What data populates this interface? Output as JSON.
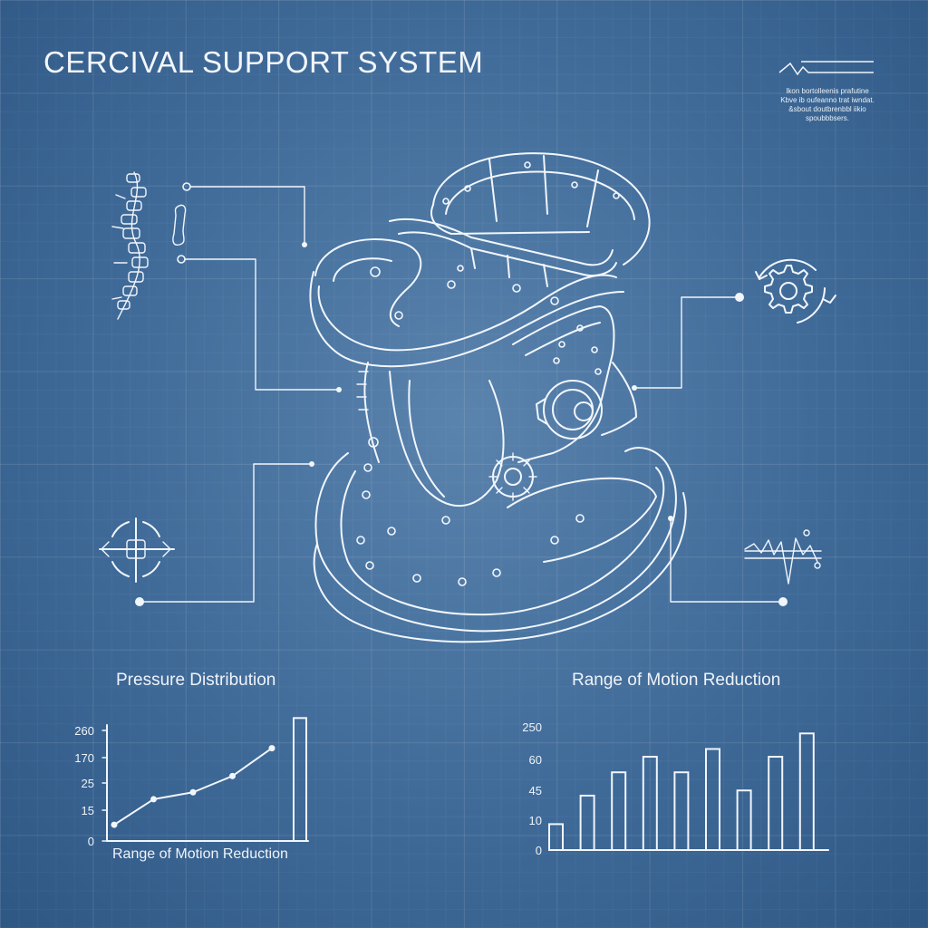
{
  "title": "CERCIVAL SUPPORT SYSTEM",
  "note": {
    "lines": [
      "Ikon bortolleenis prafutine",
      "Kbve ib oufeanno trat iwndat.",
      "&sbout doutbrenbbl iikio",
      "spoubbbsers."
    ]
  },
  "icons": [
    "spine-icon",
    "vertebra-icon",
    "gear-rotate-icon",
    "target-alignment-icon",
    "waveform-icon"
  ],
  "colors": {
    "background": "#3f6a98",
    "line": "#f1f6fc"
  },
  "chart_data": [
    {
      "type": "line",
      "title": "Pressure Distribution",
      "xlabel": "Range of Motion Reduction",
      "ylabel": "",
      "y_tick_labels": [
        "260",
        "170",
        "25",
        "15",
        "0"
      ],
      "values": [
        7,
        18,
        21,
        28,
        40
      ],
      "extra_bar_value": 53,
      "ylim": [
        0,
        50
      ]
    },
    {
      "type": "bar",
      "title": "Range of Motion Reduction",
      "xlabel": "",
      "ylabel": "",
      "y_tick_labels": [
        "250",
        "60",
        "45",
        "10",
        "0"
      ],
      "values": [
        10,
        21,
        30,
        36,
        30,
        39,
        23,
        36,
        45
      ],
      "ylim": [
        0,
        50
      ]
    }
  ]
}
